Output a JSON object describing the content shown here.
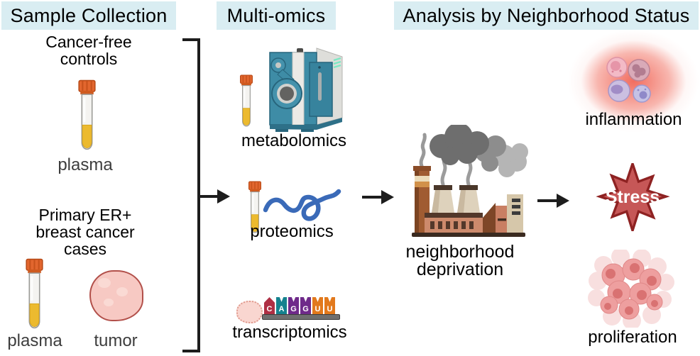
{
  "colors": {
    "header_bg": "#d9edf2",
    "arrow": "#1d1d1d",
    "stress_fill": "#c65757",
    "stress_stroke": "#8e2222",
    "plasma_yellow": "#ecba2f",
    "tube_cap_orange": "#e2662e",
    "rna_tile_colors": [
      "#ae2f44",
      "#15828f",
      "#6f2a8a",
      "#6f2a8a",
      "#e2791c",
      "#e2791c"
    ]
  },
  "headers": {
    "sample_collection": "Sample Collection",
    "multi_omics": "Multi-omics",
    "analysis": "Analysis by Neighborhood Status"
  },
  "sample_collection": {
    "controls": {
      "line1": "Cancer-free",
      "line2": "controls",
      "tube_label": "plasma"
    },
    "cases": {
      "line1": "Primary ER+",
      "line2": "breast cancer",
      "line3": "cases",
      "plasma_label": "plasma",
      "tumor_label": "tumor"
    }
  },
  "multi_omics": {
    "metabolomics_label": "metabolomics",
    "proteomics_label": "proteomics",
    "transcriptomics_label": "transcriptomics",
    "rna_letters": [
      "C",
      "A",
      "G",
      "G",
      "U",
      "U"
    ]
  },
  "analysis": {
    "exposure": {
      "line1": "neighborhood",
      "line2": "deprivation"
    },
    "outcomes": {
      "inflammation": "inflammation",
      "stress": "Stress",
      "proliferation": "proliferation"
    }
  }
}
